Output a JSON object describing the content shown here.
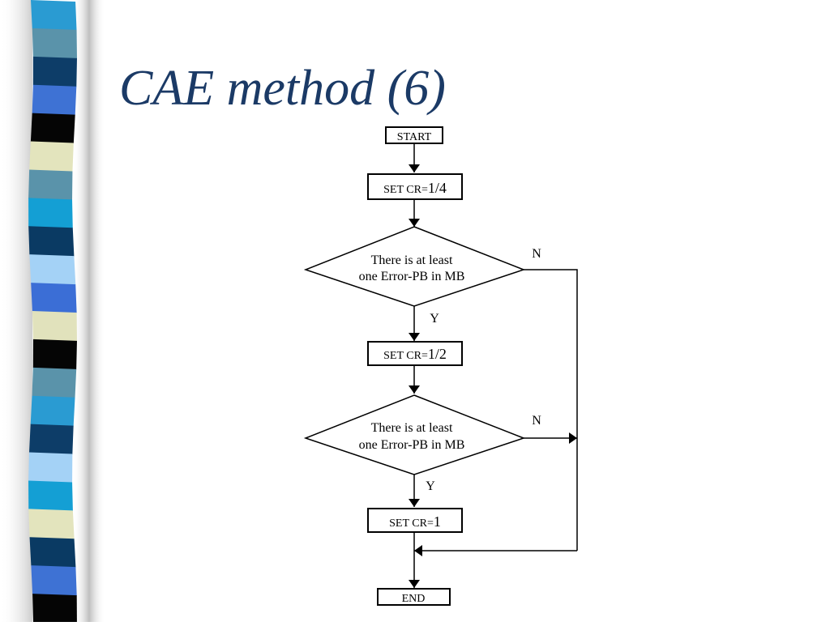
{
  "slide": {
    "title": "CAE method (6)"
  },
  "stripes": {
    "colors": [
      "#2a9bd2",
      "#5a93aa",
      "#0d3d68",
      "#3e72d4",
      "#050505",
      "#e3e4bd",
      "#5a93aa",
      "#149fd4",
      "#0a3a63",
      "#a4d2f6",
      "#3b6ed6",
      "#e1e2bc",
      "#050505",
      "#5a93aa",
      "#2a9bd2",
      "#0d3d68",
      "#a4d2f6",
      "#149fd4",
      "#e3e4bd",
      "#0a3a63",
      "#3e72d4",
      "#050505"
    ]
  },
  "flowchart": {
    "start_label": "START",
    "set_quarter_prefix": "SET CR=",
    "set_quarter_value": "1/4",
    "decision_1_line_1": "There is at least",
    "decision_1_line_2": "one Error-PB in MB",
    "decision_1_no_label": "N",
    "decision_1_yes_label": "Y",
    "set_half_prefix": "SET CR=",
    "set_half_value": "1/2",
    "decision_2_line_1": "There is at least",
    "decision_2_line_2": "one Error-PB in MB",
    "decision_2_no_label": "N",
    "decision_2_yes_label": "Y",
    "set_full_prefix": "SET CR=",
    "set_full_value": "1",
    "end_label": "END"
  }
}
